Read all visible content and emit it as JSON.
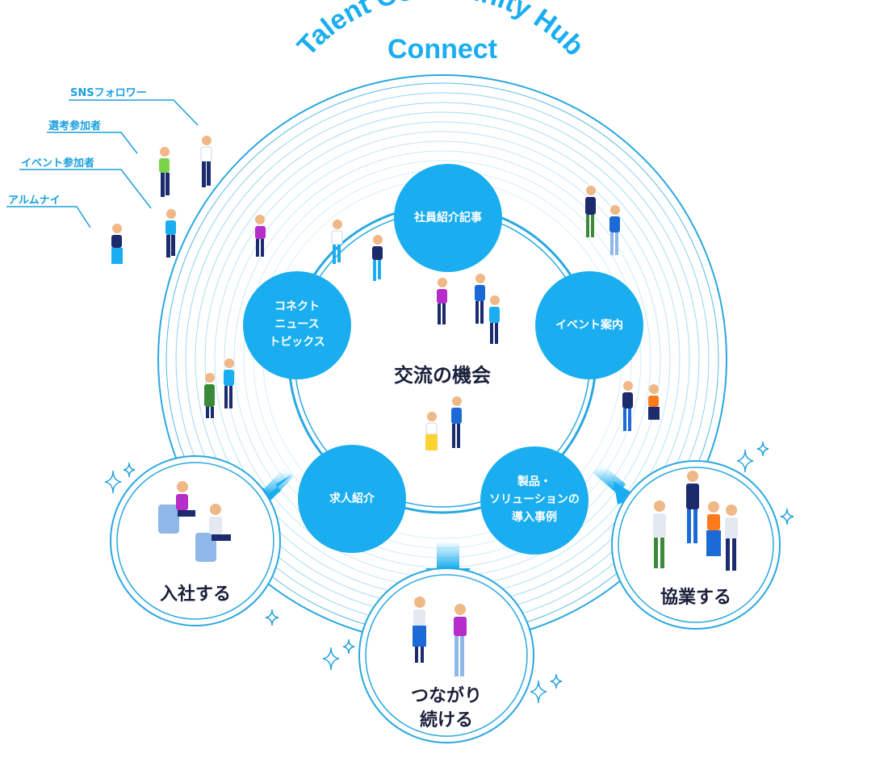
{
  "title": {
    "line1": "Connect",
    "line2": "Talent Community Hub"
  },
  "center_label": "交流の機会",
  "audience": [
    {
      "label": "SNSフォロワー"
    },
    {
      "label": "選考参加者"
    },
    {
      "label": "イベント参加者"
    },
    {
      "label": "アルムナイ"
    }
  ],
  "nodes": [
    {
      "label": "社員紹介記事"
    },
    {
      "label": "イベント案内"
    },
    {
      "label": "製品・\nソリューションの\n導入事例"
    },
    {
      "label": "求人紹介"
    },
    {
      "label": "コネクト\nニュース\nトピックス"
    }
  ],
  "outcomes": [
    {
      "label": "入社する"
    },
    {
      "label": "つながり\n続ける"
    },
    {
      "label": "協業する"
    }
  ],
  "colors": {
    "primary": "#1aaef0",
    "ring": "#29a8e0",
    "text_dark": "#1a1f3a",
    "label_blue": "#1a9fdc"
  }
}
